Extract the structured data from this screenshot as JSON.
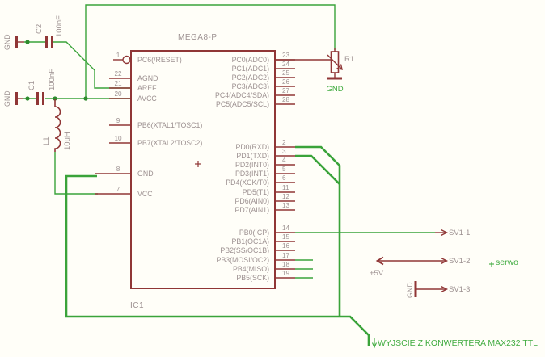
{
  "schematic": {
    "ic": {
      "title": "MEGA8-P",
      "designator": "IC1",
      "left_pins": [
        {
          "num": "1",
          "name": "PC6(/RESET)"
        },
        {
          "num": "22",
          "name": "AGND"
        },
        {
          "num": "21",
          "name": "AREF"
        },
        {
          "num": "20",
          "name": "AVCC"
        },
        {
          "num": "9",
          "name": "PB6(XTAL1/TOSC1)"
        },
        {
          "num": "10",
          "name": "PB7(XTAL2/TOSC2)"
        },
        {
          "num": "8",
          "name": "GND"
        },
        {
          "num": "7",
          "name": "VCC"
        }
      ],
      "right_pins": [
        {
          "num": "23",
          "name": "PC0(ADC0)"
        },
        {
          "num": "24",
          "name": "PC1(ADC1)"
        },
        {
          "num": "25",
          "name": "PC2(ADC2)"
        },
        {
          "num": "26",
          "name": "PC3(ADC3)"
        },
        {
          "num": "27",
          "name": "PC4(ADC4/SDA)"
        },
        {
          "num": "28",
          "name": "PC5(ADC5/SCL)"
        },
        {
          "num": "2",
          "name": "PD0(RXD)"
        },
        {
          "num": "3",
          "name": "PD1(TXD)"
        },
        {
          "num": "4",
          "name": "PD2(INT0)"
        },
        {
          "num": "5",
          "name": "PD3(INT1)"
        },
        {
          "num": "6",
          "name": "PD4(XCK/T0)"
        },
        {
          "num": "11",
          "name": "PD5(T1)"
        },
        {
          "num": "12",
          "name": "PD6(AIN0)"
        },
        {
          "num": "13",
          "name": "PD7(AIN1)"
        },
        {
          "num": "14",
          "name": "PB0(ICP)"
        },
        {
          "num": "15",
          "name": "PB1(OC1A)"
        },
        {
          "num": "16",
          "name": "PB2(SS/OC1B)"
        },
        {
          "num": "17",
          "name": "PB3(MOSI/OC2)"
        },
        {
          "num": "18",
          "name": "PB4(MISO)"
        },
        {
          "num": "19",
          "name": "PB5(SCK)"
        }
      ]
    },
    "components": {
      "c2": {
        "ref": "C2",
        "value": "100nF",
        "gnd_label": "GND"
      },
      "c1": {
        "ref": "C1",
        "value": "100nF",
        "gnd_label": "GND"
      },
      "l1": {
        "ref": "L1",
        "value": "10uH"
      },
      "r1": {
        "ref": "R1",
        "gnd_label": "GND"
      }
    },
    "connectors": [
      {
        "label": "SV1-1"
      },
      {
        "label": "SV1-2",
        "rail_label": "+5V"
      },
      {
        "label": "SV1-3",
        "gnd_label": "GND"
      }
    ],
    "annotations": {
      "servo_label": "serwo",
      "output_label": "WYJSCIE Z KONWERTERA MAX232 TTL"
    },
    "colors": {
      "wire_green": "#3aa33a",
      "symbol_red": "#903636",
      "text_gray": "#9d9191",
      "text_green": "#3fab3f"
    }
  }
}
